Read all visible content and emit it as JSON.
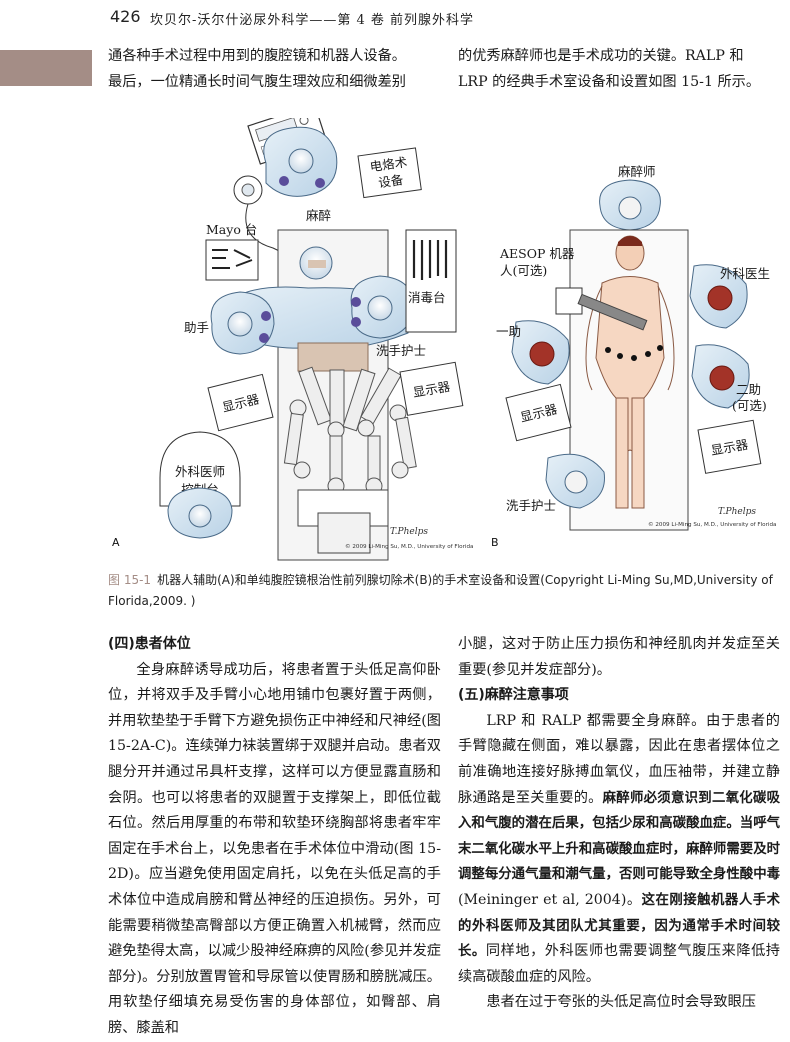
{
  "header": {
    "page_number": "426",
    "running_title": "坎贝尔-沃尔什泌尿外科学——第 4 卷 前列腺外科学"
  },
  "top_left": {
    "lines": [
      "通各种手术过程中用到的腹腔镜和机器人设备。",
      "最后，一位精通长时间气腹生理效应和细微差别"
    ]
  },
  "top_right": {
    "lines": [
      "的优秀麻醉师也是手术成功的关键。RALP 和",
      "LRP 的经典手术室设备和设置如图 15-1 所示。"
    ]
  },
  "figure": {
    "panel_a": {
      "letter": "A",
      "labels": {
        "cautery": [
          "电烙术",
          "设备"
        ],
        "mayo": "Mayo 台",
        "anesthesia": "麻醉",
        "sterile_table": "消毒台",
        "assistant": "助手",
        "scrub_nurse": "洗手护士",
        "monitor1": "显示器",
        "monitor2": "显示器",
        "console": [
          "外科医师",
          "控制台"
        ]
      },
      "copyright": "© 2009 Li-Ming Su, M.D., University of Florida",
      "signature": "T.Phelps"
    },
    "panel_b": {
      "letter": "B",
      "labels": {
        "anesthesiologist": "麻醉师",
        "aesop": [
          "AESOP 机器",
          "人(可选)"
        ],
        "surgeon": "外科医生",
        "first_assist": "一助",
        "second_assist": [
          "二助",
          "(可选)"
        ],
        "monitor1": "显示器",
        "monitor2": "显示器",
        "scrub_nurse": "洗手护士"
      },
      "copyright": "© 2009 Li-Ming Su, M.D., University of Florida",
      "signature": "T.Phelps"
    }
  },
  "caption": {
    "label": "图 15-1",
    "text": "机器人辅助(A)和单纯腹腔镜根治性前列腺切除术(B)的手术室设备和设置(Copyright Li-Ming Su,MD,University of Florida,2009. )"
  },
  "left_col": {
    "heading": "(四)患者体位",
    "p1": "全身麻醉诱导成功后，将患者置于头低足高仰卧位，并将双手及手臂小心地用铺巾包裹好置于两侧，并用软垫垫于手臂下方避免损伤正中神经和尺神经(图 15-2A-C)。连续弹力袜装置绑于双腿并启动。患者双腿分开并通过吊具杆支撑，这样可以方便显露直肠和会阴。也可以将患者的双腿置于支撑架上，即低位截石位。然后用厚重的布带和软垫环绕胸部将患者牢牢固定在手术台上，以免患者在手术体位中滑动(图 15-2D)。应当避免使用固定肩托，以免在头低足高的手术体位中造成肩膀和臂丛神经的压迫损伤。另外，可能需要稍微垫高臀部以方便正确置入机械臂，然而应避免垫得太高，以减少股神经麻痹的风险(参见并发症部分)。分别放置胃管和导尿管以使胃肠和膀胱减压。用软垫仔细填充易受伤害的身体部位，如臀部、肩膀、膝盖和"
  },
  "right_col": {
    "p0": "小腿，这对于防止压力损伤和神经肌肉并发症至关重要(参见并发症部分)。",
    "heading": "(五)麻醉注意事项",
    "p1_a": "LRP 和 RALP 都需要全身麻醉。由于患者的手臂隐藏在侧面，难以暴露，因此在患者摆体位之前准确地连接好脉搏血氧仪，血压袖带，并建立静脉通路是至关重要的。",
    "p1_b": "麻醉师必须意识到二氧化碳吸入和气腹的潜在后果，包括少尿和高碳酸血症。当呼气末二氧化碳水平上升和高碳酸血症时，麻醉师需要及时调整每分通气量和潮气量，否则可能导致全身性酸中毒",
    "p1_c": "(Meininger et al, 2004)。",
    "p1_d": "这在刚接触机器人手术的外科医师及其团队尤其重要，因为通常手术时间较长。",
    "p1_e": "同样地，外科医师也需要调整气腹压来降低持续高碳酸血症的风险。",
    "p2": "患者在过于夸张的头低足高位时会导致眼压"
  }
}
